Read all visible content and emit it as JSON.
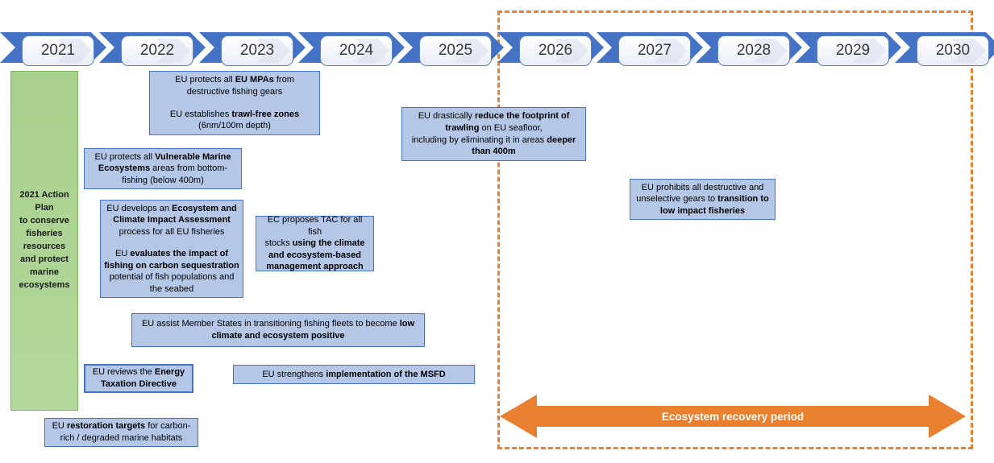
{
  "colors": {
    "chevron_blue": "#4472C4",
    "milestone_fill": "#B4C7E7",
    "milestone_border": "#4472C4",
    "action_plan_green": "#A9D18E",
    "recovery_orange": "#ED7D31"
  },
  "timeline": {
    "years": [
      "2021",
      "2022",
      "2023",
      "2024",
      "2025",
      "2026",
      "2027",
      "2028",
      "2029",
      "2030"
    ]
  },
  "action_plan": {
    "text": "2021 Action\nPlan\nto conserve\nfisheries\nresources\nand protect\nmarine\necosystems"
  },
  "milestones": {
    "mpa": {
      "p1": [
        {
          "t": "EU protects all "
        },
        {
          "t": "EU MPAs",
          "b": true
        },
        {
          "t": " from\ndestructive fishing gears"
        }
      ],
      "p2": [
        {
          "t": "EU establishes "
        },
        {
          "t": "trawl-free zones",
          "b": true
        },
        {
          "t": "\n(6nm/100m depth)"
        }
      ]
    },
    "vme": {
      "p1": [
        {
          "t": "EU protects all "
        },
        {
          "t": "Vulnerable Marine\nEcosystems",
          "b": true
        },
        {
          "t": " areas from bottom-\nfishing (below 400m)"
        }
      ]
    },
    "ecia": {
      "p1": [
        {
          "t": "EU develops an "
        },
        {
          "t": "Ecosystem and\nClimate Impact Assessment",
          "b": true
        },
        {
          "t": "\nprocess for all EU fisheries"
        }
      ],
      "p2": [
        {
          "t": "EU "
        },
        {
          "t": "evaluates the impact of\nfishing on carbon sequestration",
          "b": true
        },
        {
          "t": "\npotential of fish populations and\nthe seabed"
        }
      ]
    },
    "tac": {
      "p1": [
        {
          "t": "EC proposes TAC for all fish\nstocks "
        },
        {
          "t": "using the climate\nand ecosystem-based\nmanagement approach",
          "b": true
        }
      ]
    },
    "trawl": {
      "p1": [
        {
          "t": "EU drastically "
        },
        {
          "t": "reduce the footprint of\ntrawling",
          "b": true
        },
        {
          "t": " on EU seafloor,\nincluding by eliminating it in areas "
        },
        {
          "t": "deeper\nthan 400m",
          "b": true
        }
      ]
    },
    "prohibit": {
      "p1": [
        {
          "t": "EU prohibits all destructive and\nunselective gears to "
        },
        {
          "t": "transition to\nlow impact fisheries",
          "b": true
        }
      ]
    },
    "assist": {
      "p1": [
        {
          "t": "EU assist Member States in transitioning fishing fleets to become "
        },
        {
          "t": "low\nclimate and ecosystem positive",
          "b": true
        }
      ]
    },
    "energy": {
      "p1": [
        {
          "t": "EU reviews the "
        },
        {
          "t": "Energy\nTaxation Directive",
          "b": true
        }
      ]
    },
    "msfd": {
      "p1": [
        {
          "t": "EU strengthens "
        },
        {
          "t": "implementation of the MSFD",
          "b": true
        }
      ]
    },
    "restore": {
      "p1": [
        {
          "t": "EU "
        },
        {
          "t": "restoration targets",
          "b": true
        },
        {
          "t": " for carbon-\nrich / degraded marine habitats"
        }
      ]
    }
  },
  "recovery": {
    "label": "Ecosystem recovery period"
  }
}
